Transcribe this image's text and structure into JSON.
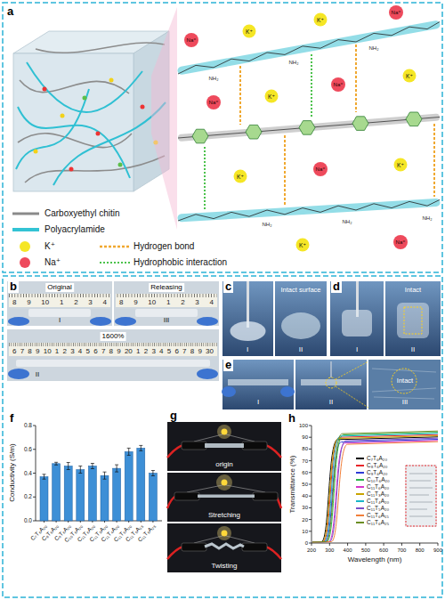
{
  "diagram": {
    "nodes": [
      {
        "text": [
          "Original",
          "I"
        ]
      },
      {
        "text": [
          "Releasing",
          "III"
        ]
      },
      {
        "text": [
          "1600%",
          "II"
        ]
      },
      {
        "text": [
          "I"
        ]
      },
      {
        "text": [
          "Intact surface",
          "II"
        ]
      },
      {
        "text": [
          "I"
        ]
      },
      {
        "text": [
          "Intact",
          "II"
        ]
      },
      {
        "text": [
          "I"
        ]
      },
      {
        "text": [
          "II"
        ]
      },
      {
        "text": [
          "Intact",
          "III"
        ]
      },
      {
        "text": [
          "origin"
        ]
      },
      {
        "text": [
          "Stretching"
        ]
      },
      {
        "text": [
          "Twisting"
        ]
      }
    ],
    "labels": [
      "a",
      "b",
      "c",
      "d",
      "e",
      "f",
      "g",
      "h",
      "Na⁺",
      "K⁺",
      "K⁺",
      "Na⁺",
      "Na⁺",
      "K⁺",
      "Na⁺",
      "K⁺",
      "K⁺",
      "Na⁺",
      "K⁺",
      "K⁺",
      "Na⁺",
      "NH₂",
      "NH₂",
      "NH₂",
      "NH₂",
      "NH₂",
      "NH₂",
      "8 9 10 1 2 3 4",
      "8 9 10 1 2 3 4",
      "6 7 8 9 10 1 2 3 4 5 6 7 8 9 20 1 2 3 4 5 6 7 8 9 30",
      "Conductivity (S/m)",
      "0.0",
      "0.2",
      "0.4",
      "0.6",
      "0.8",
      "C₇T₆A₂₀",
      "C₈T₆A₂₀",
      "C₉T₆A₂₀",
      "C₁₀T₆A₂₀",
      "C₁₁T₆A₂₀",
      "C₁₁T₃A₂₀",
      "C₁₁T₄A₂₀",
      "C₁₁T₅A₂₀",
      "C₁₁T₆A₁₅",
      "C₁₁T₆A₂₅",
      "Transmittance (%)",
      "0",
      "10",
      "20",
      "30",
      "40",
      "50",
      "60",
      "70",
      "80",
      "90",
      "100",
      "200",
      "300",
      "400",
      "500",
      "600",
      "700",
      "800",
      "900",
      "Wavelength (nm)"
    ],
    "legend": [
      {
        "text": "Carboxyethyl chitin"
      },
      {
        "text": "Polyacrylamide"
      },
      {
        "text": "K⁺",
        "color": "#f5e625"
      },
      {
        "text": "Na⁺",
        "color": "#ee4a5c"
      },
      {
        "text": "Hydrogen bond"
      },
      {
        "text": "Hydrophobic interaction"
      },
      {
        "text": "C₇T₆A₂₀"
      },
      {
        "text": "C₈T₆A₂₀"
      },
      {
        "text": "C₉T₆A₂₀"
      },
      {
        "text": "C₁₀T₆A₂₀"
      },
      {
        "text": "C₁₁T₆A₂₀"
      },
      {
        "text": "C₁₁T₃A₂₀"
      },
      {
        "text": "C₁₁T₄A₂₀"
      },
      {
        "text": "C₁₁T₅A₂₀"
      },
      {
        "text": "C₁₁T₆A₁₅"
      },
      {
        "text": "C₁₁T₆A₂₅"
      }
    ]
  }
}
